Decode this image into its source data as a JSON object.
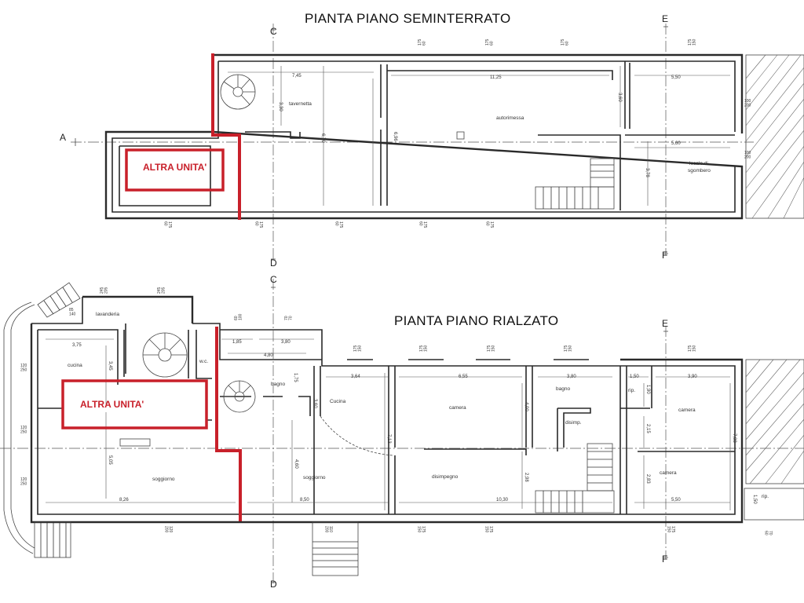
{
  "titles": {
    "basement": "PIANTA PIANO  SEMINTERRATO",
    "ground": "PIANTA PIANO RIALZATO"
  },
  "axis_labels": {
    "a": "A",
    "c": "C",
    "d": "D",
    "e": "E",
    "f": "F"
  },
  "other_unit_label": "ALTRA UNITA'",
  "basement": {
    "rooms": {
      "tavernetta": "tavernetta",
      "autorimessa": "autorimessa",
      "locale": "locale di",
      "sgombero": "sgombero"
    },
    "dims": {
      "d745": "7,45",
      "d330": "3,30",
      "d670": "6,70",
      "d696": "6,96",
      "d1125": "11,25",
      "d550": "5,50",
      "d360": "3,60",
      "d560": "5,60",
      "d378": "3,78"
    },
    "windows": {
      "top": "175\n60",
      "top_right": "175\n150",
      "bottom": "175\n60",
      "right_a": "100\n200",
      "right_b": "100\n200"
    }
  },
  "ground": {
    "rooms": {
      "lavanderia": "lavanderia",
      "cucina_left": "cucina",
      "wc": "w.c.",
      "soggiorno_left": "soggiorno",
      "bagno_mid": "bagno",
      "cucina_mid": "Cucina",
      "soggiorno_mid": "soggiorno",
      "camera_mid": "camera",
      "disimpegno_mid": "disimpegno",
      "bagno_right": "bagno",
      "disimp": "disimp.",
      "rip_a": "rip.",
      "camera_r1": "camera",
      "camera_r2": "camera",
      "rip_b": "rip."
    },
    "dims": {
      "d375": "3,75",
      "d345": "3,45",
      "d505": "5,05",
      "d826": "8,26",
      "d185": "1,85",
      "d380a": "3,80",
      "d480": "4,80",
      "d175": "1,75",
      "d360g": "3,60",
      "d460": "4,60",
      "d850": "8,50",
      "d364": "3,64",
      "d713": "7,13",
      "d655": "6,55",
      "d400": "4,00",
      "d298": "2,98",
      "d1030": "10,30",
      "d380b": "3,80",
      "d150": "1,50",
      "d190": "1,90",
      "d390": "3,90",
      "d215": "2,15",
      "d283": "2,83",
      "d708": "7,08",
      "d550g": "5,50",
      "d150b": "1,50"
    },
    "windows": {
      "w245a": "245\n205",
      "w245b": "245\n205",
      "w85": "85\n140",
      "w120a": "120\n250",
      "w120b": "120\n250",
      "w120c": "120\n250",
      "w60": "60\n100",
      "w70": "70\n70",
      "w175": "175\n150",
      "w120d": "120\n200",
      "w110": "110\n200",
      "w175b": "175\n150",
      "w70b": "70\n60"
    }
  }
}
